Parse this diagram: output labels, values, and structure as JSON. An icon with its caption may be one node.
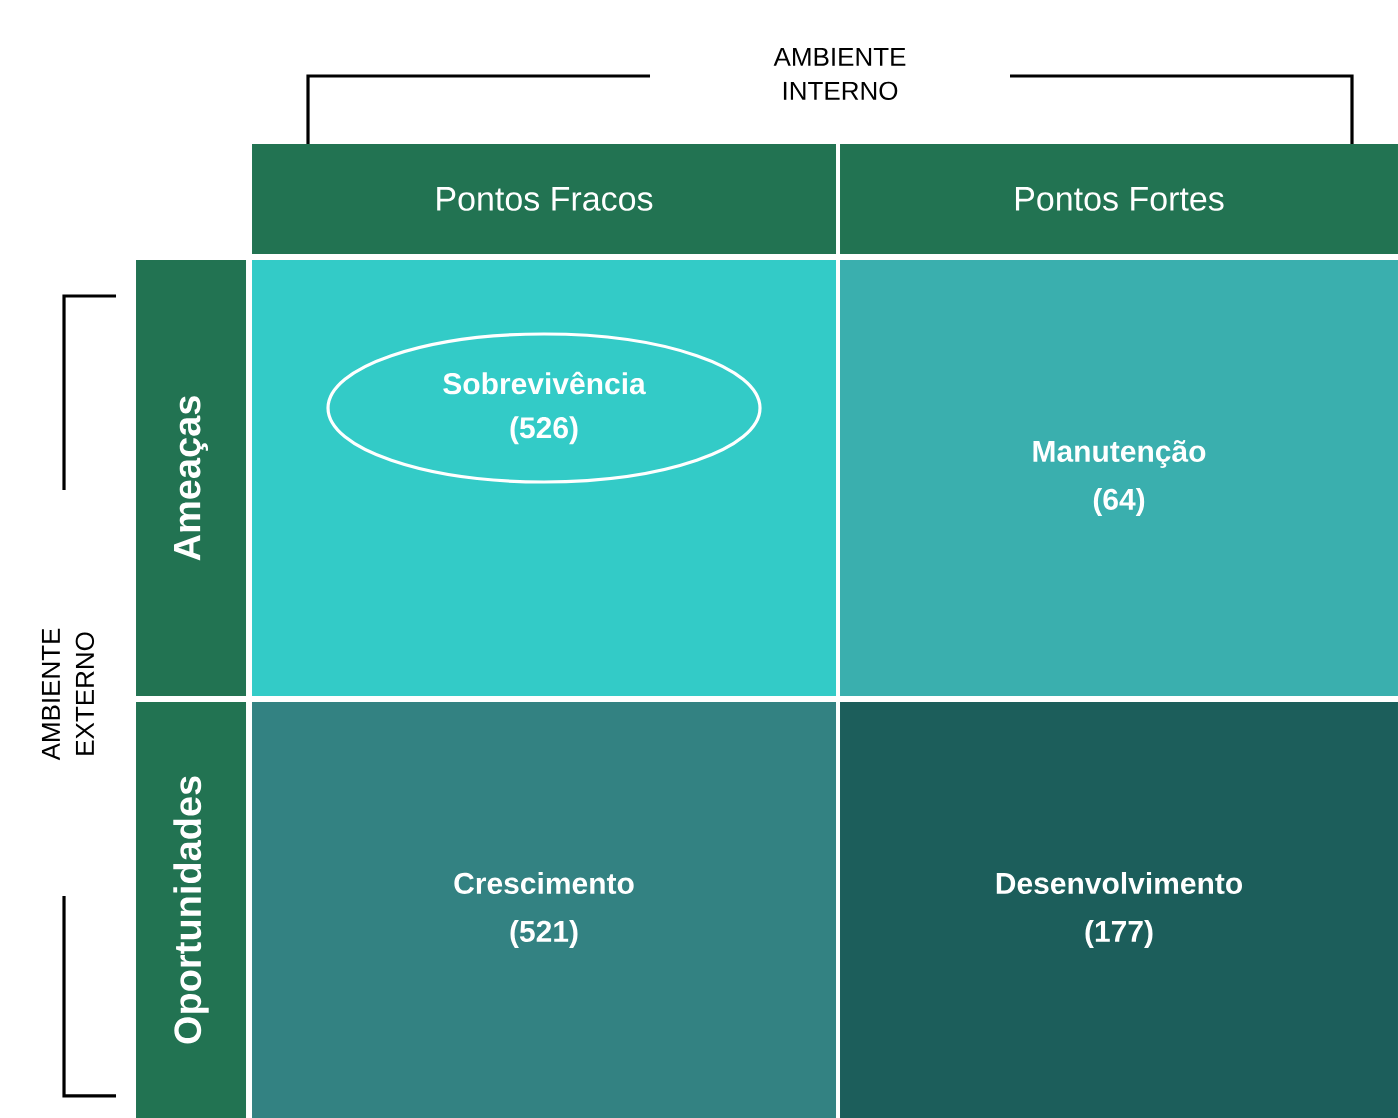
{
  "diagram": {
    "nodes": [
      {
        "text": [
          "Pontos Fracos"
        ]
      },
      {
        "text": [
          "Pontos Fortes"
        ]
      },
      {
        "text": [
          "Ameaças"
        ]
      },
      {
        "text": [],
        "shape": "box"
      },
      {
        "text": [
          "Sobrevivência",
          "(526)"
        ],
        "in": 3
      },
      {
        "text": [
          "Manutenção",
          "(64)"
        ]
      },
      {
        "text": [
          "Oportunidades"
        ]
      },
      {
        "text": [
          "Crescimento",
          "(521)"
        ]
      },
      {
        "text": [
          "Desenvolvimento",
          "(177)"
        ]
      }
    ],
    "labels": [
      "AMBIENTE INTERNO",
      "AMBIENTE EXTERNO"
    ]
  }
}
